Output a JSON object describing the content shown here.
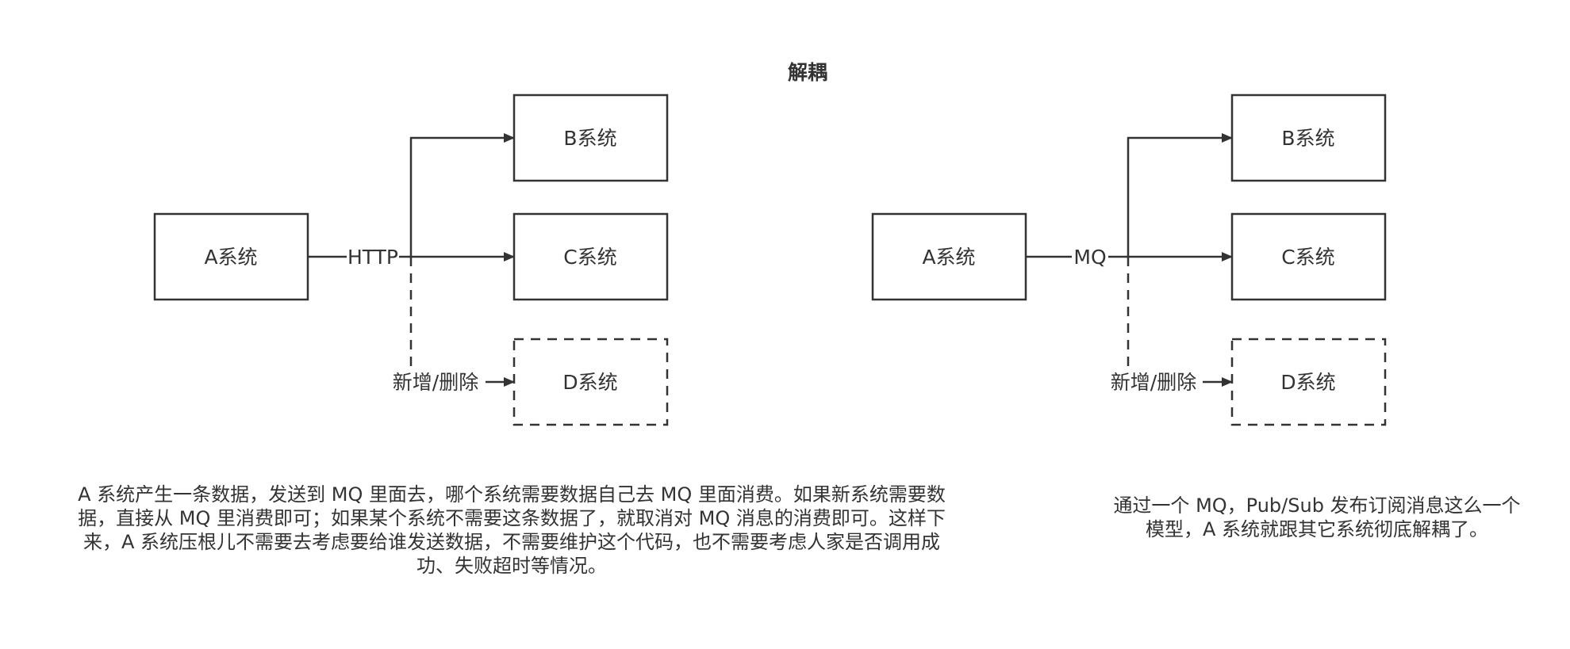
{
  "title": "解耦",
  "left": {
    "boxes": {
      "a": "A系统",
      "b": "B系统",
      "c": "C系统",
      "d": "D系统"
    },
    "protocol_label": "HTTP",
    "add_remove_label": "新增/删除",
    "description": "A 系统产生一条数据，发送到 MQ 里面去，哪个系统需要数据自己去 MQ 里面消费。如果新系统需要数据，直接从 MQ 里消费即可；如果某个系统不需要这条数据了，就取消对 MQ 消息的消费即可。这样下来，A 系统压根儿不需要去考虑要给谁发送数据，不需要维护这个代码，也不需要考虑人家是否调用成功、失败超时等情况。"
  },
  "right": {
    "boxes": {
      "a": "A系统",
      "b": "B系统",
      "c": "C系统",
      "d": "D系统"
    },
    "protocol_label": "MQ",
    "add_remove_label": "新增/删除",
    "description": "通过一个 MQ，Pub/Sub 发布订阅消息这么一个模型，A 系统就跟其它系统彻底解耦了。"
  },
  "colors": {
    "stroke": "#333333",
    "text": "#333333",
    "background": "#ffffff"
  }
}
